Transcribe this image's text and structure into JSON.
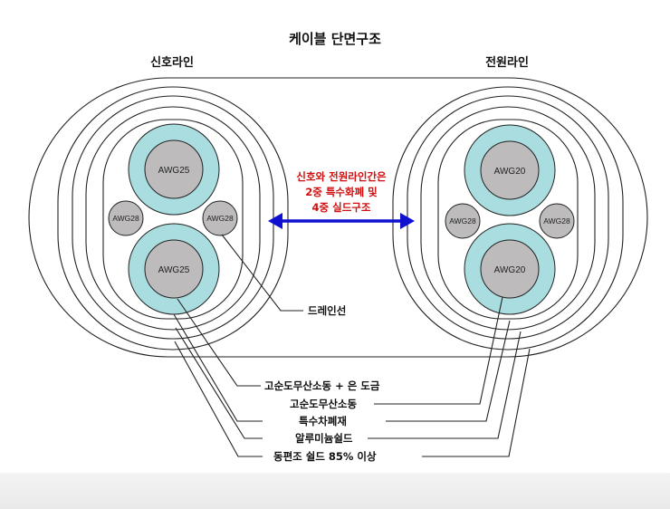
{
  "title": "케이블 단면구조",
  "left": {
    "heading": "신호라인",
    "main_core": "AWG25",
    "drain": "AWG28"
  },
  "right": {
    "heading": "전원라인",
    "main_core": "AWG20",
    "drain": "AWG28"
  },
  "note": [
    "신호와 전원라인간은",
    "2중 특수화폐 및",
    "4중 실드구조"
  ],
  "labels": {
    "drain_wire": "드레인선",
    "conductor_plated": "고순도무산소동 + 은 도금",
    "conductor": "고순도무산소동",
    "special_shield": "특수차폐재",
    "aluminum_shield": "알루미늄쉴드",
    "braid_shield": "동편조 쉴드 85% 이상"
  },
  "colors": {
    "insulation": "#a9dde0",
    "core": "#bdbbbb",
    "arrow": "#1010d0",
    "note": "#d01010"
  }
}
